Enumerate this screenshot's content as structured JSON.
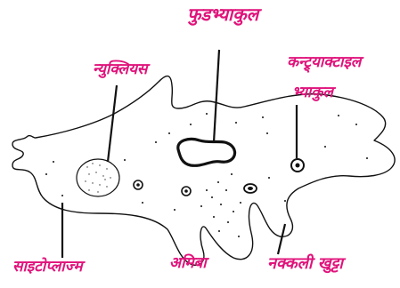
{
  "diagram": {
    "accent_color": "#e0137b",
    "line_color": "#111111",
    "labels": {
      "food_vacuole": "फुडभ्याकुल",
      "contractile_line1": "कन्ट्र्याक्टाइल",
      "contractile_line2": "भ्याकुल",
      "nucleus": "न्युक्लियस",
      "cytoplasm": "साइटोप्लाज्म",
      "amoeba": "अमिबा",
      "pseudopodium": "नक्कली खुट्टा"
    }
  }
}
